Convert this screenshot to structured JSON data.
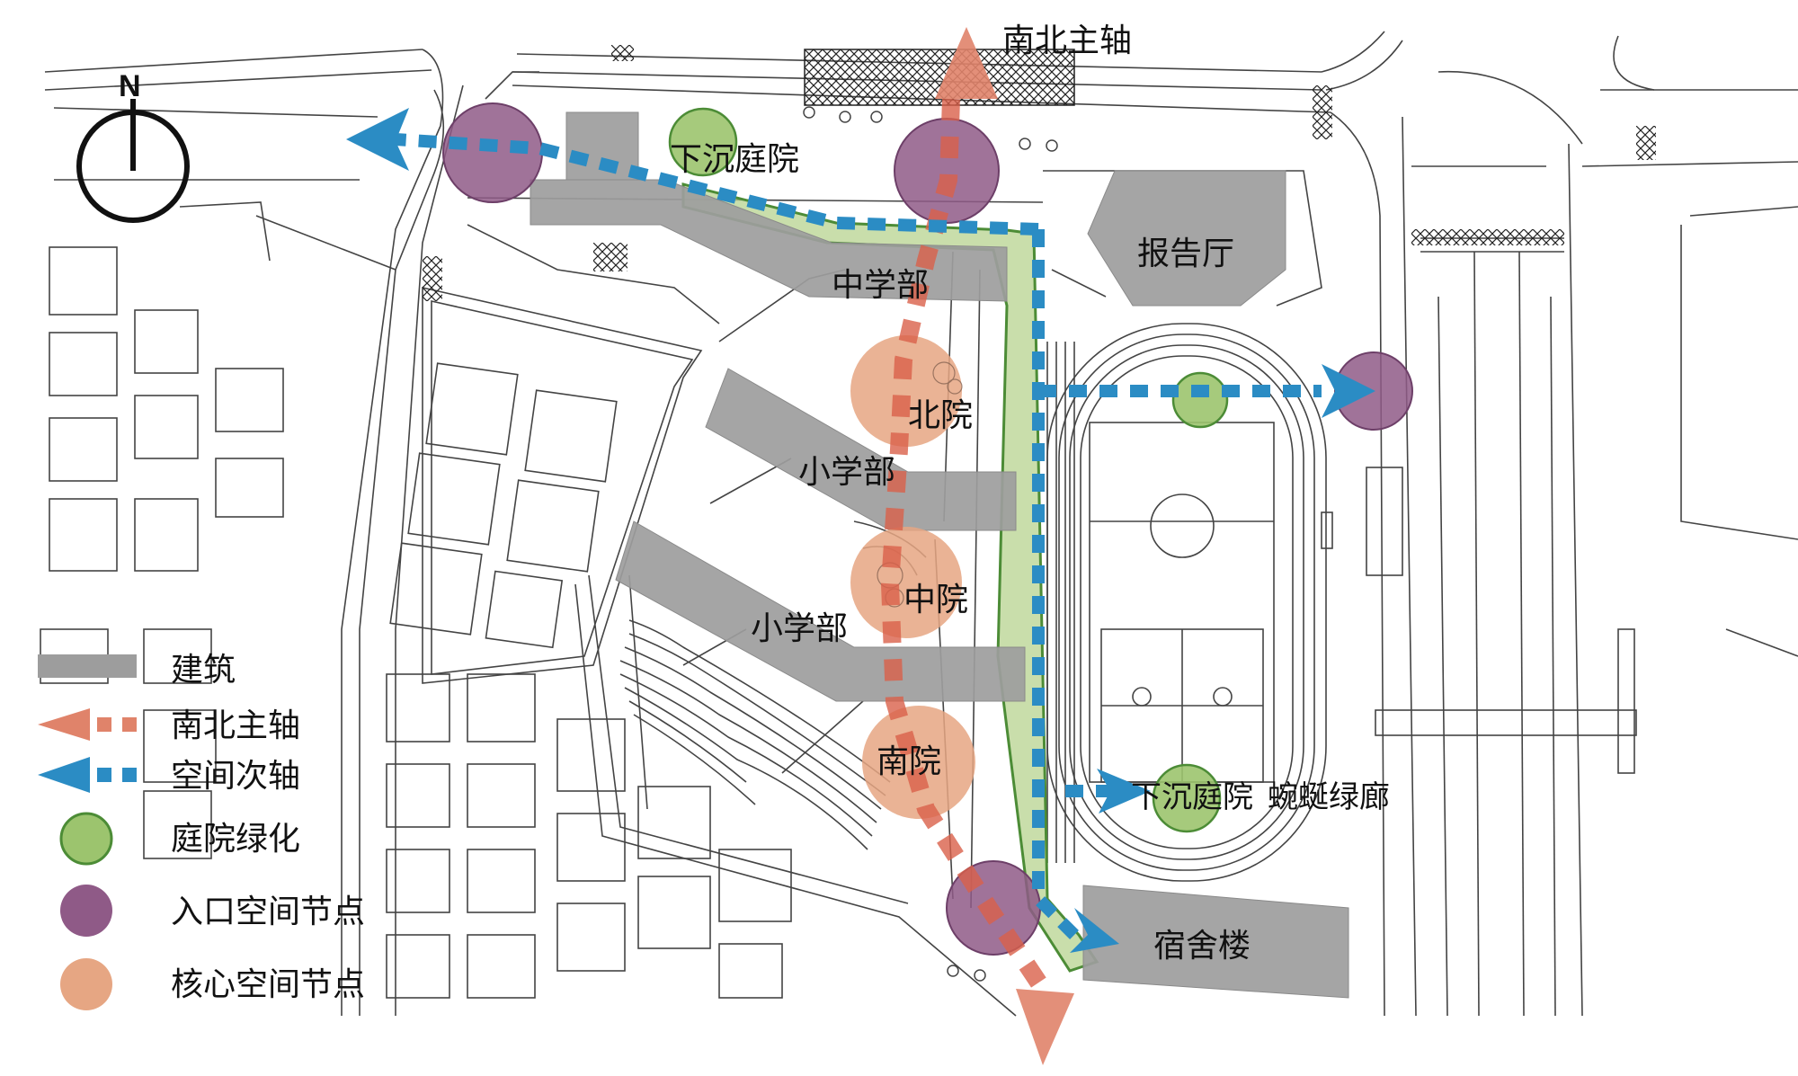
{
  "compass": {
    "letter": "N"
  },
  "axes": {
    "north_south_axis": "南北主轴"
  },
  "buildings": {
    "auditorium": "报告厅",
    "middle_school": "中学部",
    "primary_school_1": "小学部",
    "primary_school_2": "小学部",
    "dormitory": "宿舍楼"
  },
  "courtyards": {
    "north": "北院",
    "middle": "中院",
    "south": "南院",
    "sunken_top": "下沉庭院",
    "sunken_bottom": "下沉庭院",
    "green_corridor": "蜿蜒绿廊"
  },
  "legend": {
    "items": [
      {
        "key": "building",
        "label": "建筑",
        "color": "#9d9d9d"
      },
      {
        "key": "ns_axis",
        "label": "南北主轴",
        "color": "#e0836a"
      },
      {
        "key": "secondary_axis",
        "label": "空间次轴",
        "color": "#2b8cc4"
      },
      {
        "key": "courtyard_green",
        "label": "庭院绿化",
        "color": "#9cc46e"
      },
      {
        "key": "entrance_node",
        "label": "入口空间节点",
        "color": "#8f5a87"
      },
      {
        "key": "core_node",
        "label": "核心空间节点",
        "color": "#e6a683"
      }
    ]
  }
}
